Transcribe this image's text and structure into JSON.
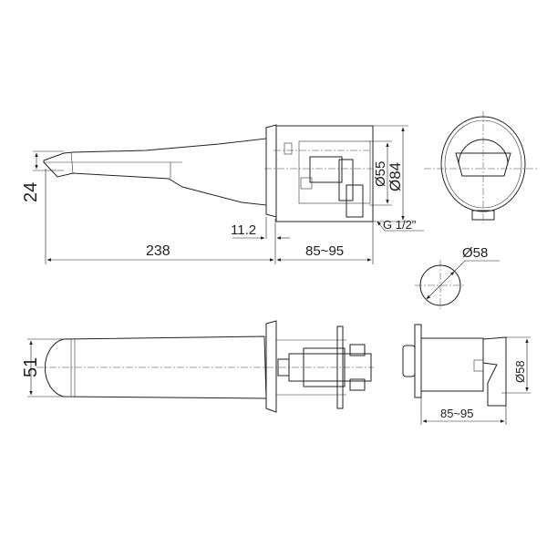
{
  "dimensions": {
    "spout_height": "24",
    "spout_length": "238",
    "flange_offset": "11.2",
    "body_depth_top": "85~95",
    "thread": "G 1/2\"",
    "inner_dia": "Ø55",
    "outer_dia": "Ø84",
    "cutout_dia": "Ø58",
    "spout_width": "51",
    "side_dia": "Ø58",
    "body_depth_side": "85~95"
  }
}
